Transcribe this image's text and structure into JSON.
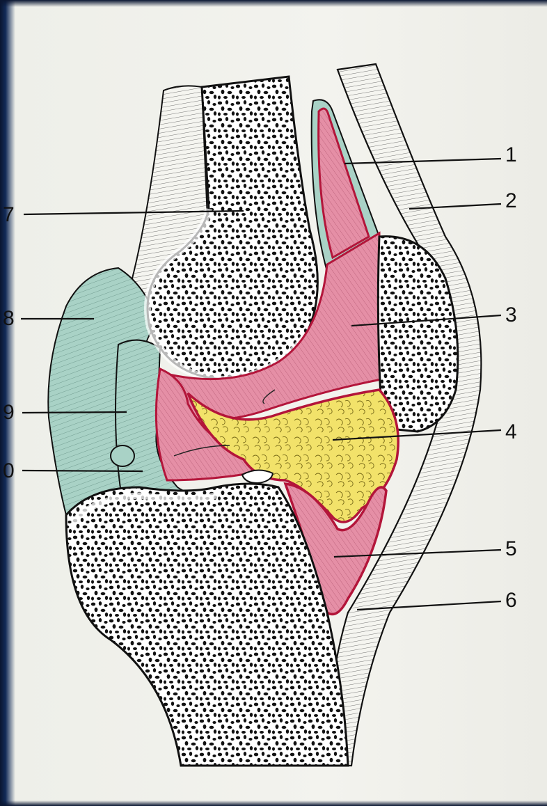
{
  "figure": {
    "labels": [
      {
        "id": "l1",
        "text": "1"
      },
      {
        "id": "l2",
        "text": "2"
      },
      {
        "id": "l3",
        "text": "3"
      },
      {
        "id": "l4",
        "text": "4"
      },
      {
        "id": "l5",
        "text": "5"
      },
      {
        "id": "l6",
        "text": "6"
      },
      {
        "id": "l7",
        "text": "7"
      },
      {
        "id": "l8",
        "text": "8"
      },
      {
        "id": "l9",
        "text": "9"
      },
      {
        "id": "l10",
        "text": "0"
      }
    ]
  },
  "colors": {
    "paper": "#f3f3ee",
    "bone": "#ffffff",
    "marrow": "#111111",
    "ligament": "#a9d2c6",
    "synovial": "#e58fa6",
    "membrane": "#b3153a",
    "fat_pad": "#f2e26a",
    "tendon_lines": "#555555"
  }
}
